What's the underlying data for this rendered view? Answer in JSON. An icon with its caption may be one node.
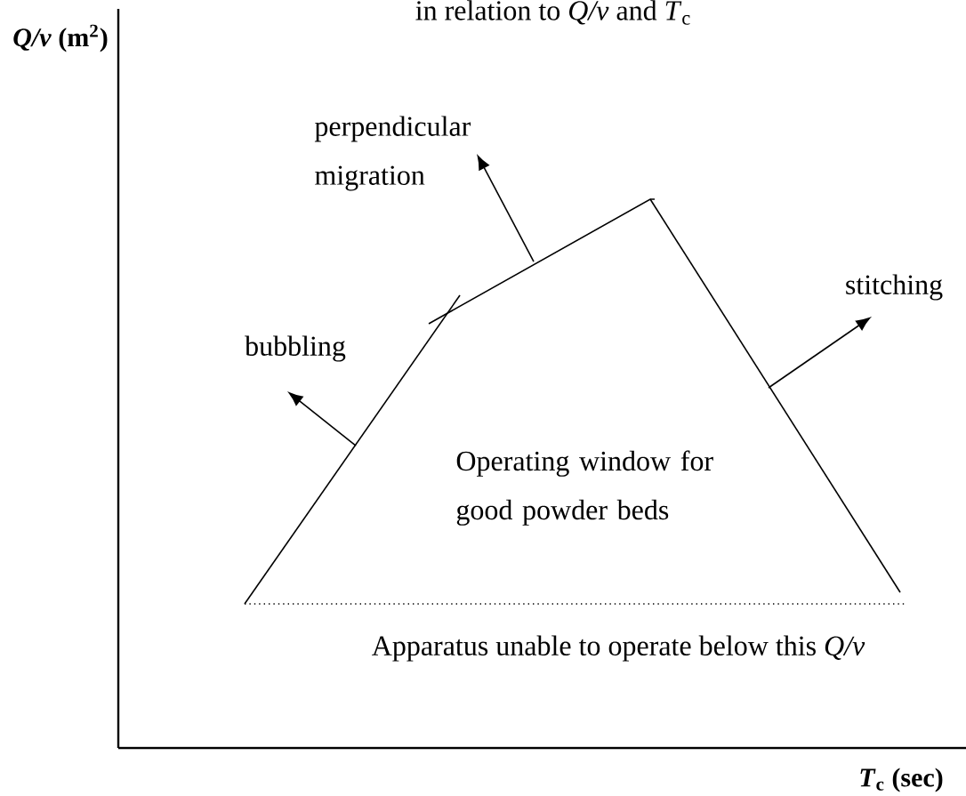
{
  "diagram": {
    "title": "in relation to *Q/v* and *T*$_{c}$",
    "labels": [
      "*Q/v* (m$^{2}$)",
      "perpendicular migration",
      "stitching",
      "bubbling",
      "Operating window for good powder beds",
      "Apparatus unable to operate below this *Q/v*",
      "*T*$_{c}$ (sec)"
    ]
  }
}
